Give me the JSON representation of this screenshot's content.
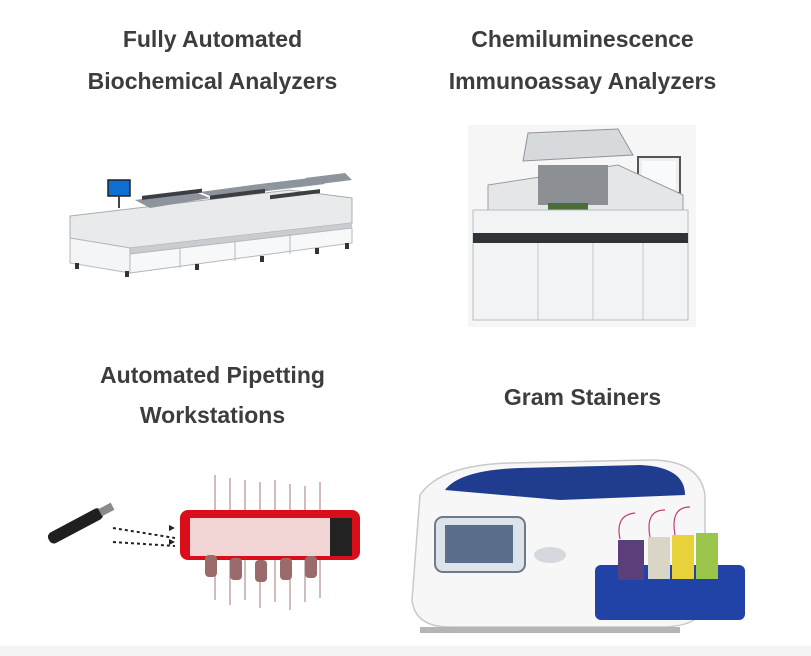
{
  "products": [
    {
      "line1": "Fully Automated",
      "line2": "Biochemical Analyzers",
      "image": "biochemical-analyzer"
    },
    {
      "line1": "Chemiluminescence",
      "line2": "Immunoassay Analyzers",
      "image": "immunoassay-analyzer"
    },
    {
      "line1": "Automated Pipetting",
      "line2": "Workstations",
      "image": "pipetting-workstation"
    },
    {
      "line1": "Gram Stainers",
      "line2": "",
      "image": "gram-stainer"
    }
  ]
}
